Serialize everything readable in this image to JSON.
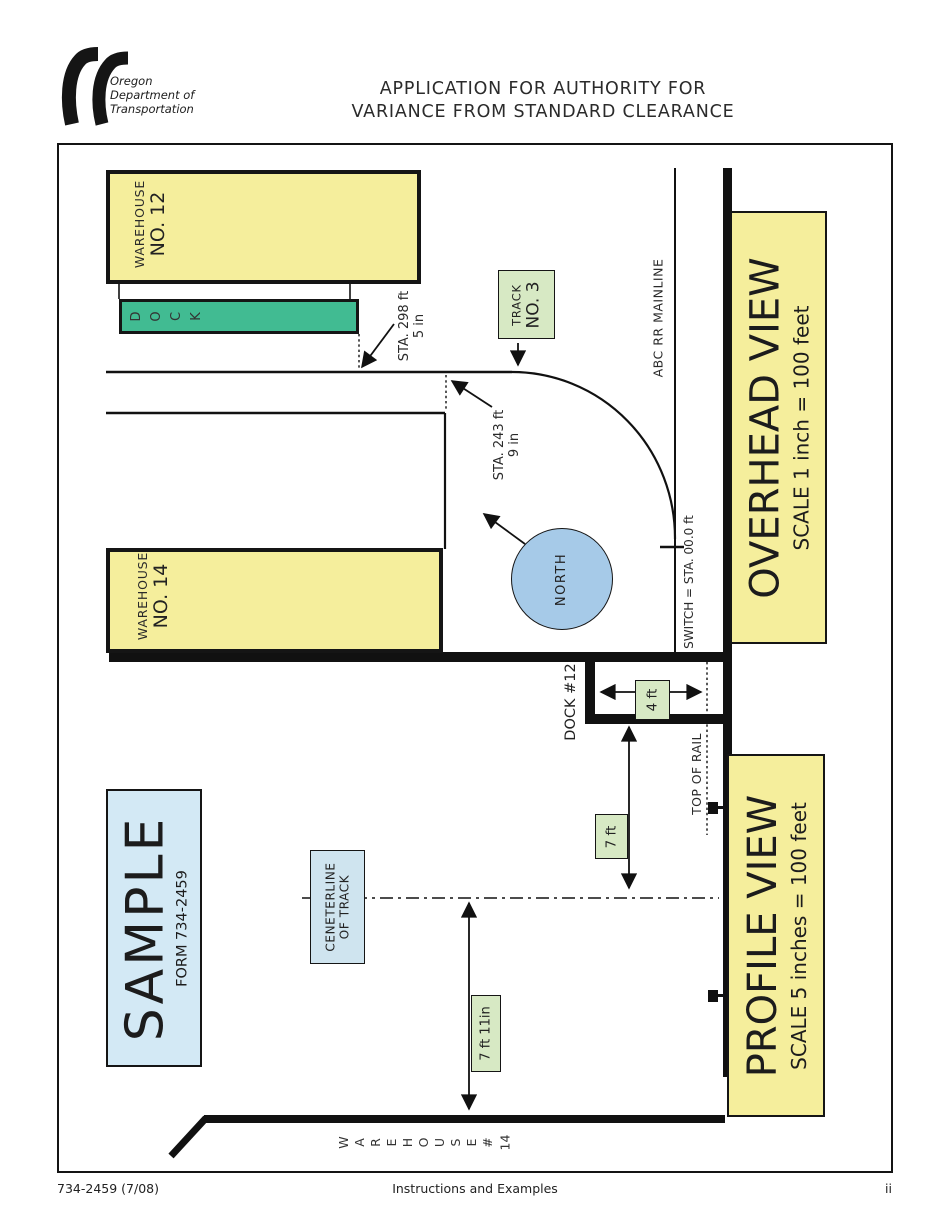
{
  "header": {
    "logo_line1": "Oregon",
    "logo_line2": "Department of",
    "logo_line3": "Transportation",
    "title_line1": "APPLICATION FOR AUTHORITY FOR",
    "title_line2": "VARIANCE FROM STANDARD CLEARANCE"
  },
  "overhead": {
    "warehouse12": {
      "line1": "WAREHOUSE",
      "line2": "NO. 12"
    },
    "dock_letters": [
      "D",
      "O",
      "C",
      "K"
    ],
    "sta298": {
      "line1": "STA. 298 ft",
      "line2": "5 in"
    },
    "sta243": {
      "line1": "STA. 243 ft",
      "line2": "9 in"
    },
    "track3": {
      "line1": "TRACK",
      "line2": "NO. 3"
    },
    "mainline_label": "ABC RR MAINLINE",
    "switch_label": "SWITCH = STA. 00.0 ft",
    "north_label": "NORTH",
    "warehouse14": {
      "line1": "WAREHOUSE",
      "line2": "NO. 14"
    },
    "view_title": "OVERHEAD VIEW",
    "view_scale": "SCALE 1 inch = 100 feet"
  },
  "profile": {
    "dock_label": "DOCK #12",
    "dim_4ft": "4 ft",
    "top_of_rail": "TOP OF RAIL",
    "dim_7ft": "7 ft",
    "centerline": {
      "line1": "CENETERLINE",
      "line2": "OF TRACK"
    },
    "dim_7ft11": "7 ft 11in",
    "wh14_letters": [
      "W",
      "A",
      "R",
      "E",
      "H",
      "O",
      "U",
      "S",
      "E",
      "#",
      "14"
    ],
    "view_title": "PROFILE VIEW",
    "view_scale": "SCALE 5 inches = 100 feet"
  },
  "sample": {
    "word": "SAMPLE",
    "form": "FORM 734-2459"
  },
  "footer": {
    "left": "734-2459 (7/08)",
    "center": "Instructions and Examples",
    "right": "ii"
  },
  "colors": {
    "warehouse_yellow": "#F5EE9C",
    "dock_green": "#41BB92",
    "dimension_green": "#D7E9C4",
    "north_blue": "#A6CAE8",
    "sample_blue": "#D3E9F5",
    "centerline_blue": "#CFE4EF",
    "line_black": "#111111"
  }
}
